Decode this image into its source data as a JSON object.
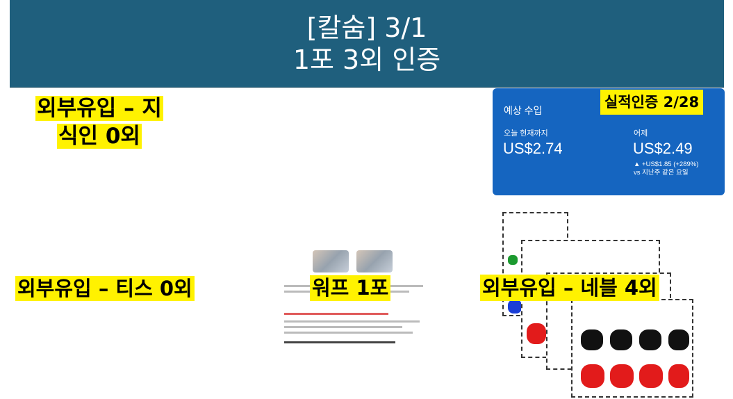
{
  "header": {
    "line1": "[칼숨] 3/1",
    "line2": "1포 3외 인증"
  },
  "labels": {
    "top_left_line1": "외부유입 – 지",
    "top_left_line2": "식인 0외",
    "tistory": "외부유입 – 티스 0외",
    "wordpress": "워프 1포",
    "naver": "외부유입 – 네블 4외",
    "performance": "실적인증 2/28"
  },
  "revenue_card": {
    "title": "예상 수입",
    "today_label": "오늘 현재까지",
    "today_value": "US$2.74",
    "yesterday_label": "어제",
    "yesterday_value": "US$2.49",
    "delta": "▲ +US$1.85 (+289%)",
    "compare": "vs 지난주 같은 요일",
    "color": "#1565c0"
  },
  "colors": {
    "header_bg": "#1f5f7d",
    "highlight": "#fff200"
  }
}
